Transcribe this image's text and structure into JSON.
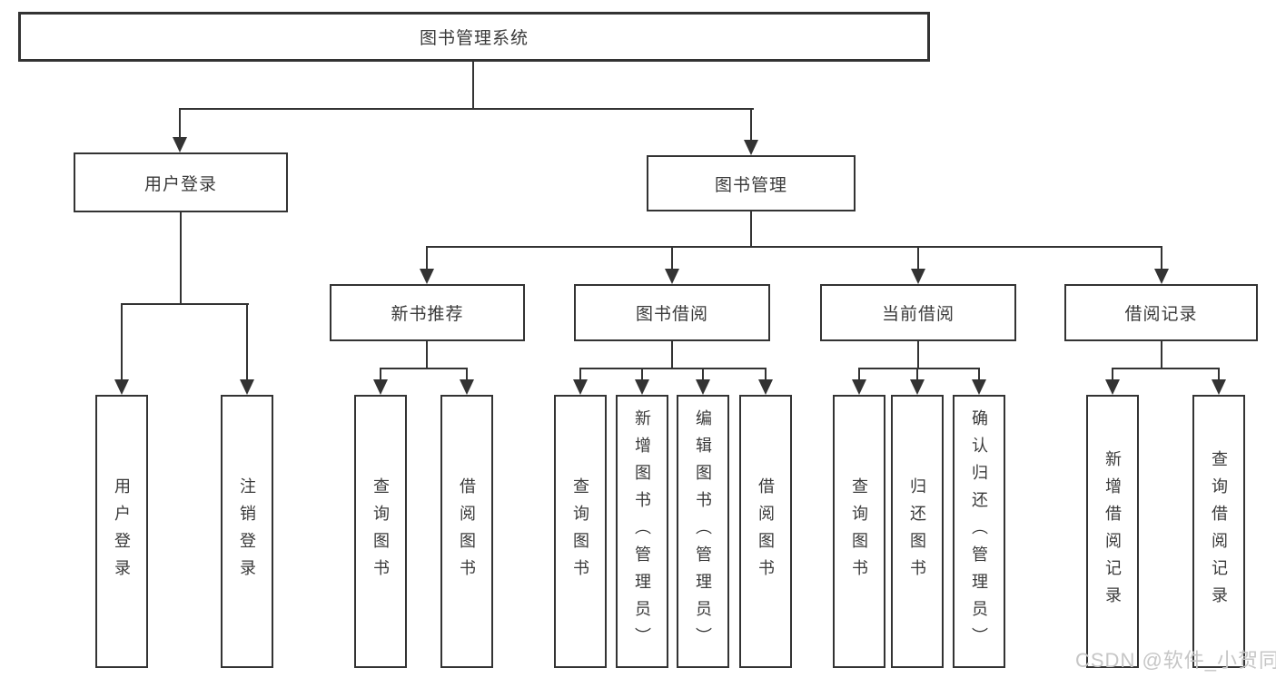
{
  "diagram": {
    "root_label": "图书管理系统",
    "level2": [
      "用户登录",
      "图书管理"
    ],
    "level3": [
      "新书推荐",
      "图书借阅",
      "当前借阅",
      "借阅记录"
    ],
    "leaves": [
      "用户登录",
      "注销登录",
      "查询图书",
      "借阅图书",
      "查询图书",
      "新增图书（管理员）",
      "编辑图书（管理员）",
      "借阅图书",
      "查询图书",
      "归还图书",
      "确认归还（管理员）",
      "新增借阅记录",
      "查询借阅记录"
    ],
    "colors": {
      "line": "#333333",
      "border": "#333333",
      "text": "#3a3a3a",
      "watermark_text": "#c6c6c6",
      "background": "#ffffff"
    }
  },
  "watermark": {
    "text": "CSDN @软件_小贺同学"
  }
}
